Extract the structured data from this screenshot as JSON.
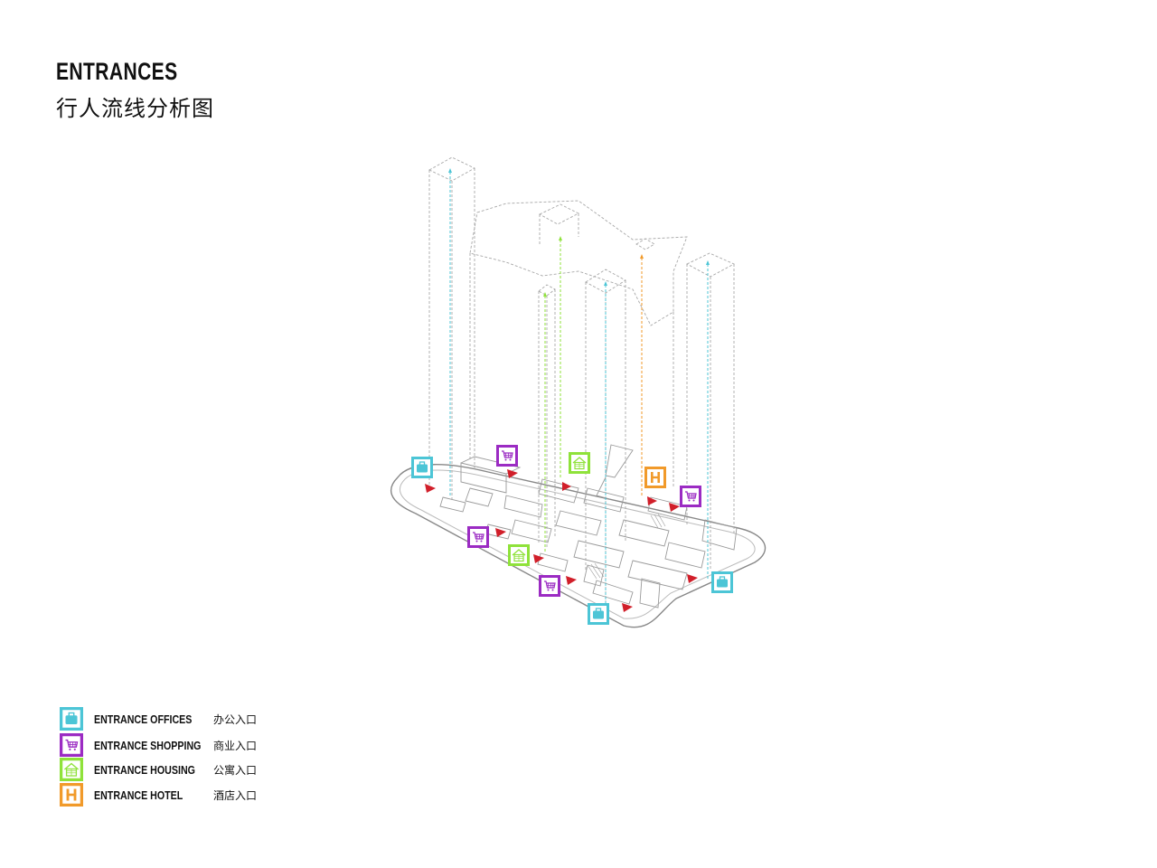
{
  "title": "ENTRANCES",
  "subtitle": "行人流线分析图",
  "colors": {
    "offices": "#4cc5d6",
    "shopping": "#9b2bc3",
    "housing": "#8fe23a",
    "hotel": "#f19a2a",
    "arrow": "#d11f2a",
    "building": "#9a9a9a"
  },
  "legend": [
    {
      "key": "offices",
      "icon": "briefcase-icon",
      "label_en": "ENTRANCE OFFICES",
      "label_zh": "办公入口"
    },
    {
      "key": "shopping",
      "icon": "shopping-cart-icon",
      "label_en": "ENTRANCE SHOPPING",
      "label_zh": "商业入口"
    },
    {
      "key": "housing",
      "icon": "house-icon",
      "label_en": "ENTRANCE HOUSING",
      "label_zh": "公寓入口"
    },
    {
      "key": "hotel",
      "icon": "hotel-h-icon",
      "label_en": "ENTRANCE HOTEL",
      "label_zh": "酒店入口"
    }
  ],
  "hotel_letter": "H"
}
